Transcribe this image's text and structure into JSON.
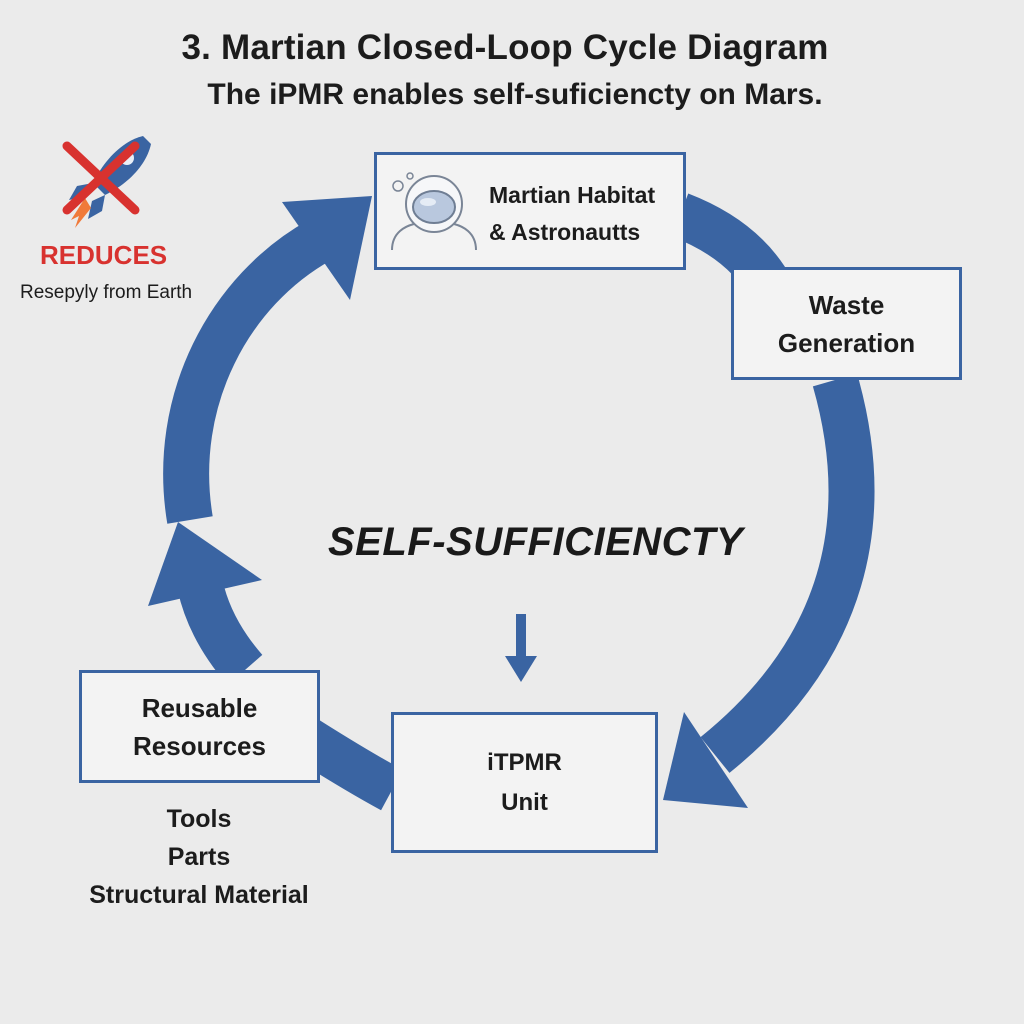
{
  "header": {
    "title": "3. Martian Closed-Loop Cycle Diagram",
    "subtitle": "The iPMR enables self-suficiencty on Mars."
  },
  "reduces": {
    "label": "REDUCES",
    "note": "Resepyly from Earth",
    "icon": "rocket-crossed-out-icon",
    "cross_color": "#d8322f"
  },
  "nodes": {
    "habitat": {
      "line1": "Martian Habitat",
      "line2": "& Astronautts",
      "icon": "astronaut-helmet-icon"
    },
    "waste": {
      "line1": "Waste",
      "line2": "Generation"
    },
    "itpmr": {
      "line1": "iTPMR",
      "line2": "Unit"
    },
    "reusable": {
      "line1": "Reusable",
      "line2": "Resources"
    }
  },
  "center_label": "SELF-SUFFICIENCTY",
  "resources_list": [
    "Tools",
    "Parts",
    "Structural Material"
  ],
  "colors": {
    "arrow": "#3a64a2",
    "box_border": "#3a64a2",
    "background": "#ebebeb",
    "accent_red": "#d8322f"
  }
}
